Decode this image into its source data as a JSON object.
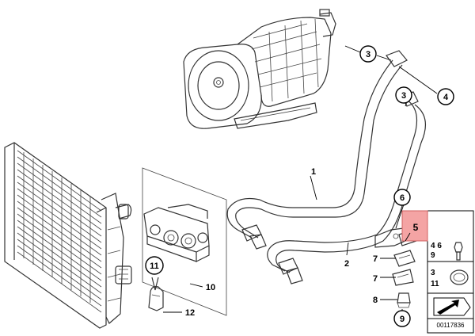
{
  "callouts": {
    "c3_top": "3",
    "c4": "4",
    "c3_mid": "3",
    "c1": "1",
    "c6": "6",
    "c5": "5",
    "c2": "2",
    "c7_a": "7",
    "c7_b": "7",
    "c8": "8",
    "c9": "9",
    "c10": "10",
    "c11": "11",
    "c12": "12"
  },
  "legend": {
    "top_nums": "4 6",
    "top_sub": "9",
    "bottom_nums": "3",
    "bottom_sub": "11"
  },
  "diagram_id": "00117836",
  "colors": {
    "highlight": "#f4a4a4",
    "line": "#333333"
  }
}
